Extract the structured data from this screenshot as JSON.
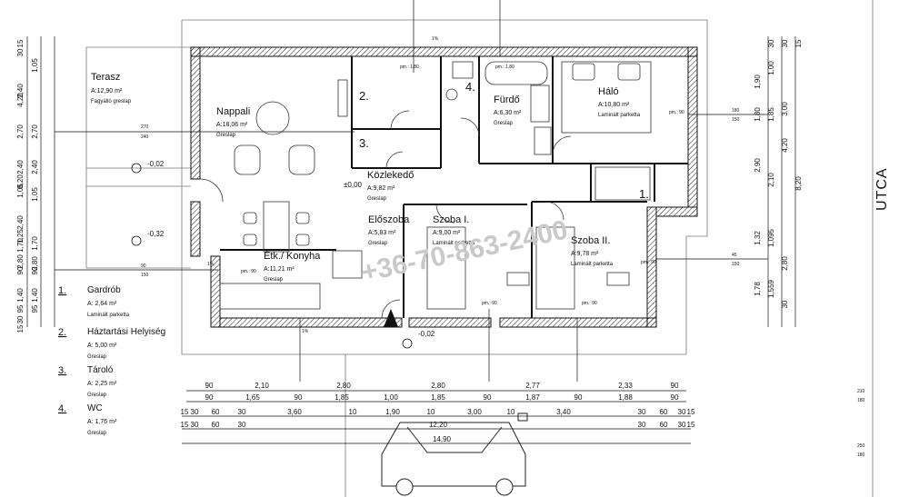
{
  "street_label": "UTCA",
  "watermark": "+36-70-863-2400",
  "rooms": [
    {
      "id": "terasz",
      "name": "Terasz",
      "area": "A:12,90 m²",
      "floor": "Fagyálló greslap"
    },
    {
      "id": "nappali",
      "name": "Nappali",
      "area": "A:18,06 m²",
      "floor": "Greslap"
    },
    {
      "id": "kozlekedo",
      "name": "Közlekedő",
      "area": "A:9,82 m²",
      "floor": "Greslap"
    },
    {
      "id": "eloszoba",
      "name": "Előszoba",
      "area": "A:5,83 m²",
      "floor": "Greslap"
    },
    {
      "id": "etk-konyha",
      "name": "Étk./ Konyha",
      "area": "A:11,21 m²",
      "floor": "Greslap"
    },
    {
      "id": "furdo",
      "name": "Fürdő",
      "area": "A:6,30 m²",
      "floor": "Greslap"
    },
    {
      "id": "halo",
      "name": "Háló",
      "area": "A:10,80 m²",
      "floor": "Laminált parketta"
    },
    {
      "id": "szoba-1",
      "name": "Szoba I.",
      "area": "A:9,00 m²",
      "floor": "Laminált parketta"
    },
    {
      "id": "szoba-2",
      "name": "Szoba II.",
      "area": "A:9,78 m²",
      "floor": "Laminált parketta"
    }
  ],
  "room_numbers": [
    "2.",
    "3.",
    "4.",
    "1."
  ],
  "legend": [
    {
      "num": "1.",
      "name": "Gardrób",
      "area": "A: 2,64 m²",
      "floor": "Laminált parketta"
    },
    {
      "num": "2.",
      "name": "Háztartási Helyiség",
      "area": "A: 5,00 m²",
      "floor": "Greslap"
    },
    {
      "num": "3.",
      "name": "Tároló",
      "area": "A: 2,25 m²",
      "floor": "Greslap"
    },
    {
      "num": "4.",
      "name": "WC",
      "area": "A: 1,76 m²",
      "floor": "Greslap"
    }
  ],
  "levels": [
    "-0,02",
    "-0,32",
    "±0,00",
    "-0,02"
  ],
  "slopes": [
    "1%",
    "1%",
    "1%"
  ],
  "pm_labels": [
    "pm.: 1,80",
    "pm.: 1,80",
    "pm.: 90",
    "pm.: 90",
    "pm.: 90",
    "pm.: 90",
    "pm.: 90"
  ],
  "bottom_dims": {
    "row1": [
      "90",
      "2,10",
      "2,80",
      "2,80",
      "2,77",
      "2,33",
      "90"
    ],
    "row2": [
      "90",
      "1,65",
      "90",
      "1,85",
      "1,00",
      "1,85",
      "90",
      "1,87",
      "90",
      "1,88",
      "90"
    ],
    "row3": [
      "15",
      "30",
      "60",
      "30",
      "3,60",
      "10",
      "1,90",
      "10",
      "3,00",
      "10",
      "3,40",
      "30",
      "60",
      "30",
      "15"
    ],
    "row4": [
      "15",
      "30",
      "60",
      "30",
      "12,20",
      "30",
      "60",
      "30",
      "15"
    ],
    "row5": [
      "14,90"
    ]
  },
  "left_dims": {
    "outer": [
      "15",
      "30",
      "2,40",
      "4,20",
      "2,70",
      "2,40",
      "8,20",
      "1,05",
      "2,40",
      "1,25",
      "1,70",
      "2,80",
      "90",
      "1,40",
      "95",
      "30",
      "15"
    ],
    "inner": [
      "1,05",
      "2,70",
      "2,40",
      "1,05",
      "1,70",
      "2,80",
      "90",
      "1,40",
      "95"
    ]
  },
  "right_dims": {
    "labels": [
      "1,90",
      "1,80",
      "2,90",
      "1,32",
      "1,78",
      "30",
      "1,00",
      "1,85",
      "2,10",
      "1,095",
      "1,559",
      "30",
      "3,00",
      "4,20",
      "2,80",
      "30",
      "8,20",
      "15"
    ]
  },
  "opening_labels": [
    "270",
    "240",
    "90",
    "150",
    "180",
    "150",
    "45",
    "150",
    "210",
    "180",
    "250",
    "180"
  ]
}
